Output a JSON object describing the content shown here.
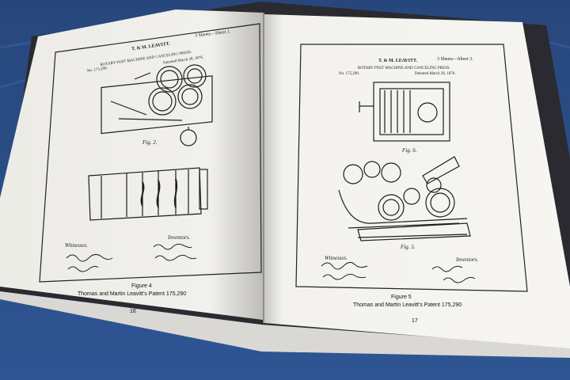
{
  "left_page": {
    "header_sheet": "3 Sheets—Sheet 1.",
    "header_names": "T. & M. LEAVITT.",
    "header_title": "ROTARY POST MACHINE AND CANCELING PRESS.",
    "header_patent_no": "No. 175,290.",
    "header_date": "Patented March 28, 1876.",
    "fig_upper": "Fig. 2.",
    "witnesses_label": "Witnesses.",
    "inventors_label": "Inventors.",
    "caption_figure": "Figure 4",
    "caption_text": "Thomas and Martin Leavitt's Patent 175,290",
    "page_number": "16"
  },
  "right_page": {
    "header_sheet": "3 Sheets—Sheet 3.",
    "header_names": "T. & M. LEAVITT.",
    "header_title": "ROTARY POST MACHINE AND CANCELING PRESS.",
    "header_patent_no": "No. 175,290.",
    "header_date": "Patented March 28, 1876.",
    "fig_upper": "Fig. 6.",
    "fig_lower": "Fig. 5.",
    "witnesses_label": "Witnesses.",
    "inventors_label": "Inventors.",
    "caption_figure": "Figure 5",
    "caption_text": "Thomas and Martin Leavitt's Patent 175,290",
    "page_number": "17"
  },
  "colors": {
    "background_cloth": "#2b4f86",
    "book_cover": "#2a2a30",
    "page_paper": "#f3f2ee",
    "ink": "#1e1e1e"
  }
}
